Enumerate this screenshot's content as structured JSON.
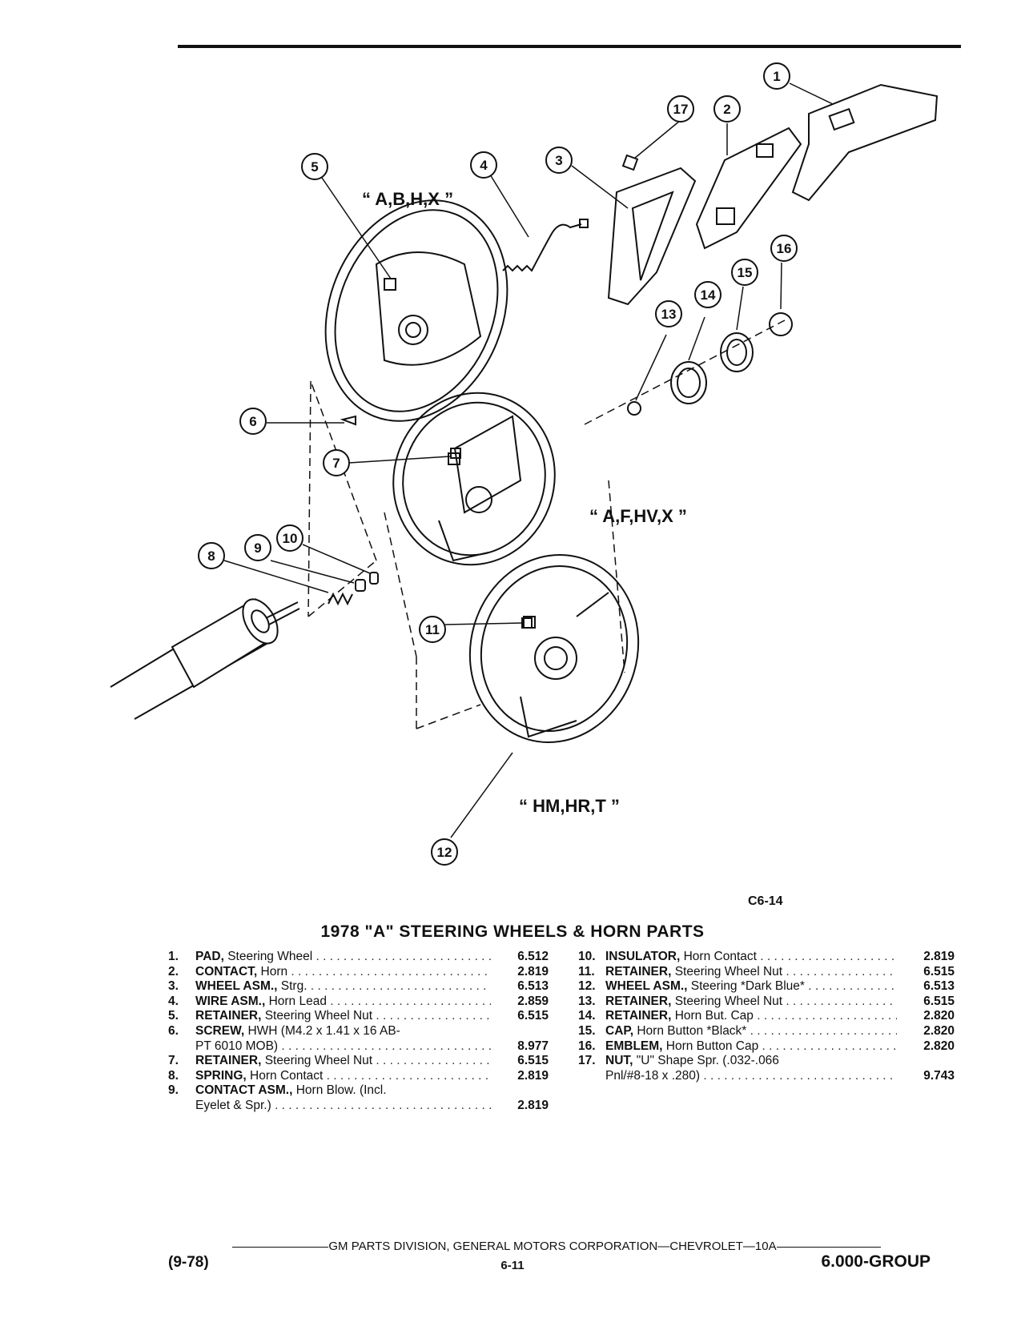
{
  "diagram": {
    "variant_labels": {
      "top": "“ A,B,H,X ”",
      "middle": "“ A,F,HV,X ”",
      "bottom": "“ HM,HR,T ”"
    },
    "callouts": [
      "1",
      "2",
      "3",
      "4",
      "5",
      "6",
      "7",
      "8",
      "9",
      "10",
      "11",
      "12",
      "13",
      "14",
      "15",
      "16",
      "17"
    ]
  },
  "figure_code": "C6-14",
  "table_title": "1978 \"A\" STEERING WHEELS & HORN PARTS",
  "parts_left": [
    {
      "num": "1.",
      "name": "PAD,",
      "desc": " Steering Wheel",
      "code": "6.512"
    },
    {
      "num": "2.",
      "name": "CONTACT,",
      "desc": " Horn",
      "code": "2.819"
    },
    {
      "num": "3.",
      "name": "WHEEL ASM.,",
      "desc": " Strg.",
      "code": "6.513"
    },
    {
      "num": "4.",
      "name": "WIRE ASM.,",
      "desc": " Horn Lead",
      "code": "2.859"
    },
    {
      "num": "5.",
      "name": "RETAINER,",
      "desc": " Steering Wheel Nut",
      "code": "6.515"
    },
    {
      "num": "6.",
      "name": "SCREW,",
      "desc": " HWH (M4.2 x 1.41 x 16 AB-",
      "code": ""
    },
    {
      "num": "",
      "name": "",
      "desc": "PT 6010 MOB)",
      "code": "8.977"
    },
    {
      "num": "7.",
      "name": "RETAINER,",
      "desc": " Steering Wheel Nut",
      "code": "6.515"
    },
    {
      "num": "8.",
      "name": "SPRING,",
      "desc": " Horn Contact",
      "code": "2.819"
    },
    {
      "num": "9.",
      "name": "CONTACT ASM.,",
      "desc": " Horn Blow. (Incl.",
      "code": ""
    },
    {
      "num": "",
      "name": "",
      "desc": "Eyelet & Spr.)",
      "code": "2.819"
    }
  ],
  "parts_right": [
    {
      "num": "10.",
      "name": "INSULATOR,",
      "desc": " Horn Contact",
      "code": "2.819"
    },
    {
      "num": "11.",
      "name": "RETAINER,",
      "desc": " Steering Wheel Nut",
      "code": "6.515"
    },
    {
      "num": "12.",
      "name": "WHEEL ASM.,",
      "desc": " Steering *Dark Blue*",
      "code": "6.513"
    },
    {
      "num": "13.",
      "name": "RETAINER,",
      "desc": " Steering Wheel Nut",
      "code": "6.515"
    },
    {
      "num": "14.",
      "name": "RETAINER,",
      "desc": " Horn But. Cap",
      "code": "2.820"
    },
    {
      "num": "15.",
      "name": "CAP,",
      "desc": " Horn Button *Black*",
      "code": "2.820"
    },
    {
      "num": "16.",
      "name": "EMBLEM,",
      "desc": " Horn Button Cap",
      "code": "2.820"
    },
    {
      "num": "17.",
      "name": "NUT,",
      "desc": " \"U\" Shape Spr. (.032-.066",
      "code": ""
    },
    {
      "num": "",
      "name": "",
      "desc": "Pnl/#8-18 x .280)",
      "code": "9.743"
    }
  ],
  "footer": {
    "line": "GM PARTS DIVISION, GENERAL MOTORS CORPORATION—CHEVROLET—10A",
    "date": "(9-78)",
    "page": "6-11",
    "group": "6.000-GROUP"
  }
}
